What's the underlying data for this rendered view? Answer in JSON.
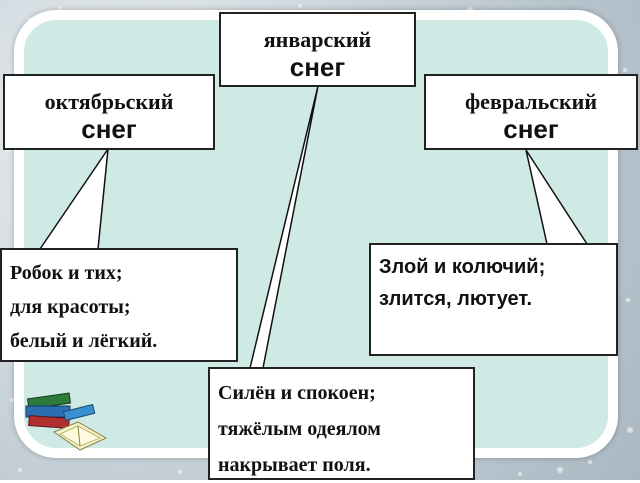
{
  "boxes": {
    "january": {
      "line1": "январский",
      "line2": "снег"
    },
    "october": {
      "line1": "октябрьский",
      "line2": "снег"
    },
    "february": {
      "line1": "февральский",
      "line2": "снег"
    }
  },
  "descriptions": {
    "october": [
      "Робок и тих;",
      "для красоты;",
      "белый и лёгкий."
    ],
    "february": [
      "Злой и колючий;",
      "злится, лютует."
    ],
    "january": [
      "Силён и спокоен;",
      "тяжёлым одеялом",
      "накрывает поля."
    ]
  },
  "colors": {
    "panel": "#cfe9e4",
    "frame": "#ffffff",
    "border": "#222222"
  },
  "icons": {
    "books": "books-icon"
  }
}
